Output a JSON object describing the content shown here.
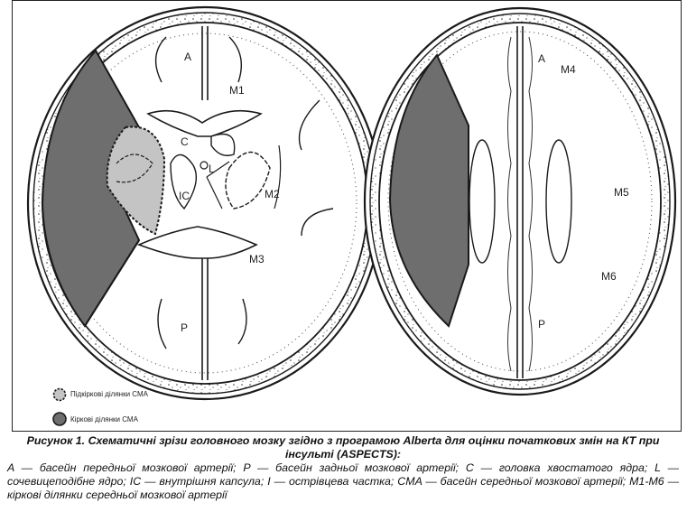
{
  "figure": {
    "labels": {
      "left_a": "A",
      "left_m1": "M1",
      "left_c": "C",
      "left_l": "L",
      "left_ic": "IC",
      "left_m2": "M2",
      "left_m3": "M3",
      "left_p": "P",
      "right_a": "A",
      "right_m4": "M4",
      "right_m5": "M5",
      "right_m6": "M6",
      "right_p": "P"
    },
    "legend": {
      "subcortical": "Підкіркові ділянки СМА",
      "cortical": "Кіркові ділянки СМА"
    },
    "colors": {
      "cortical_fill": "#6e6e6e",
      "subcortical_fill": "#c4c4c4",
      "outline": "#1a1a1a"
    }
  },
  "caption": {
    "title": "Рисунок 1. Схематичні зрізи головного мозку згідно з програмою Alberta для оцінки початкових змін на КТ при інсульті (ASPECTS):",
    "body": "A — басейн передньої мозкової артерії; P — басейн задньої мозкової артерії; C — головка хвостатого ядра; L — сочевицеподібне ядро; IC — внутрішня капсула; I — острівцева частка; CMA — басейн середньої мозкової артерії; M1-M6 — кіркові ділянки середньої мозкової артерії"
  }
}
